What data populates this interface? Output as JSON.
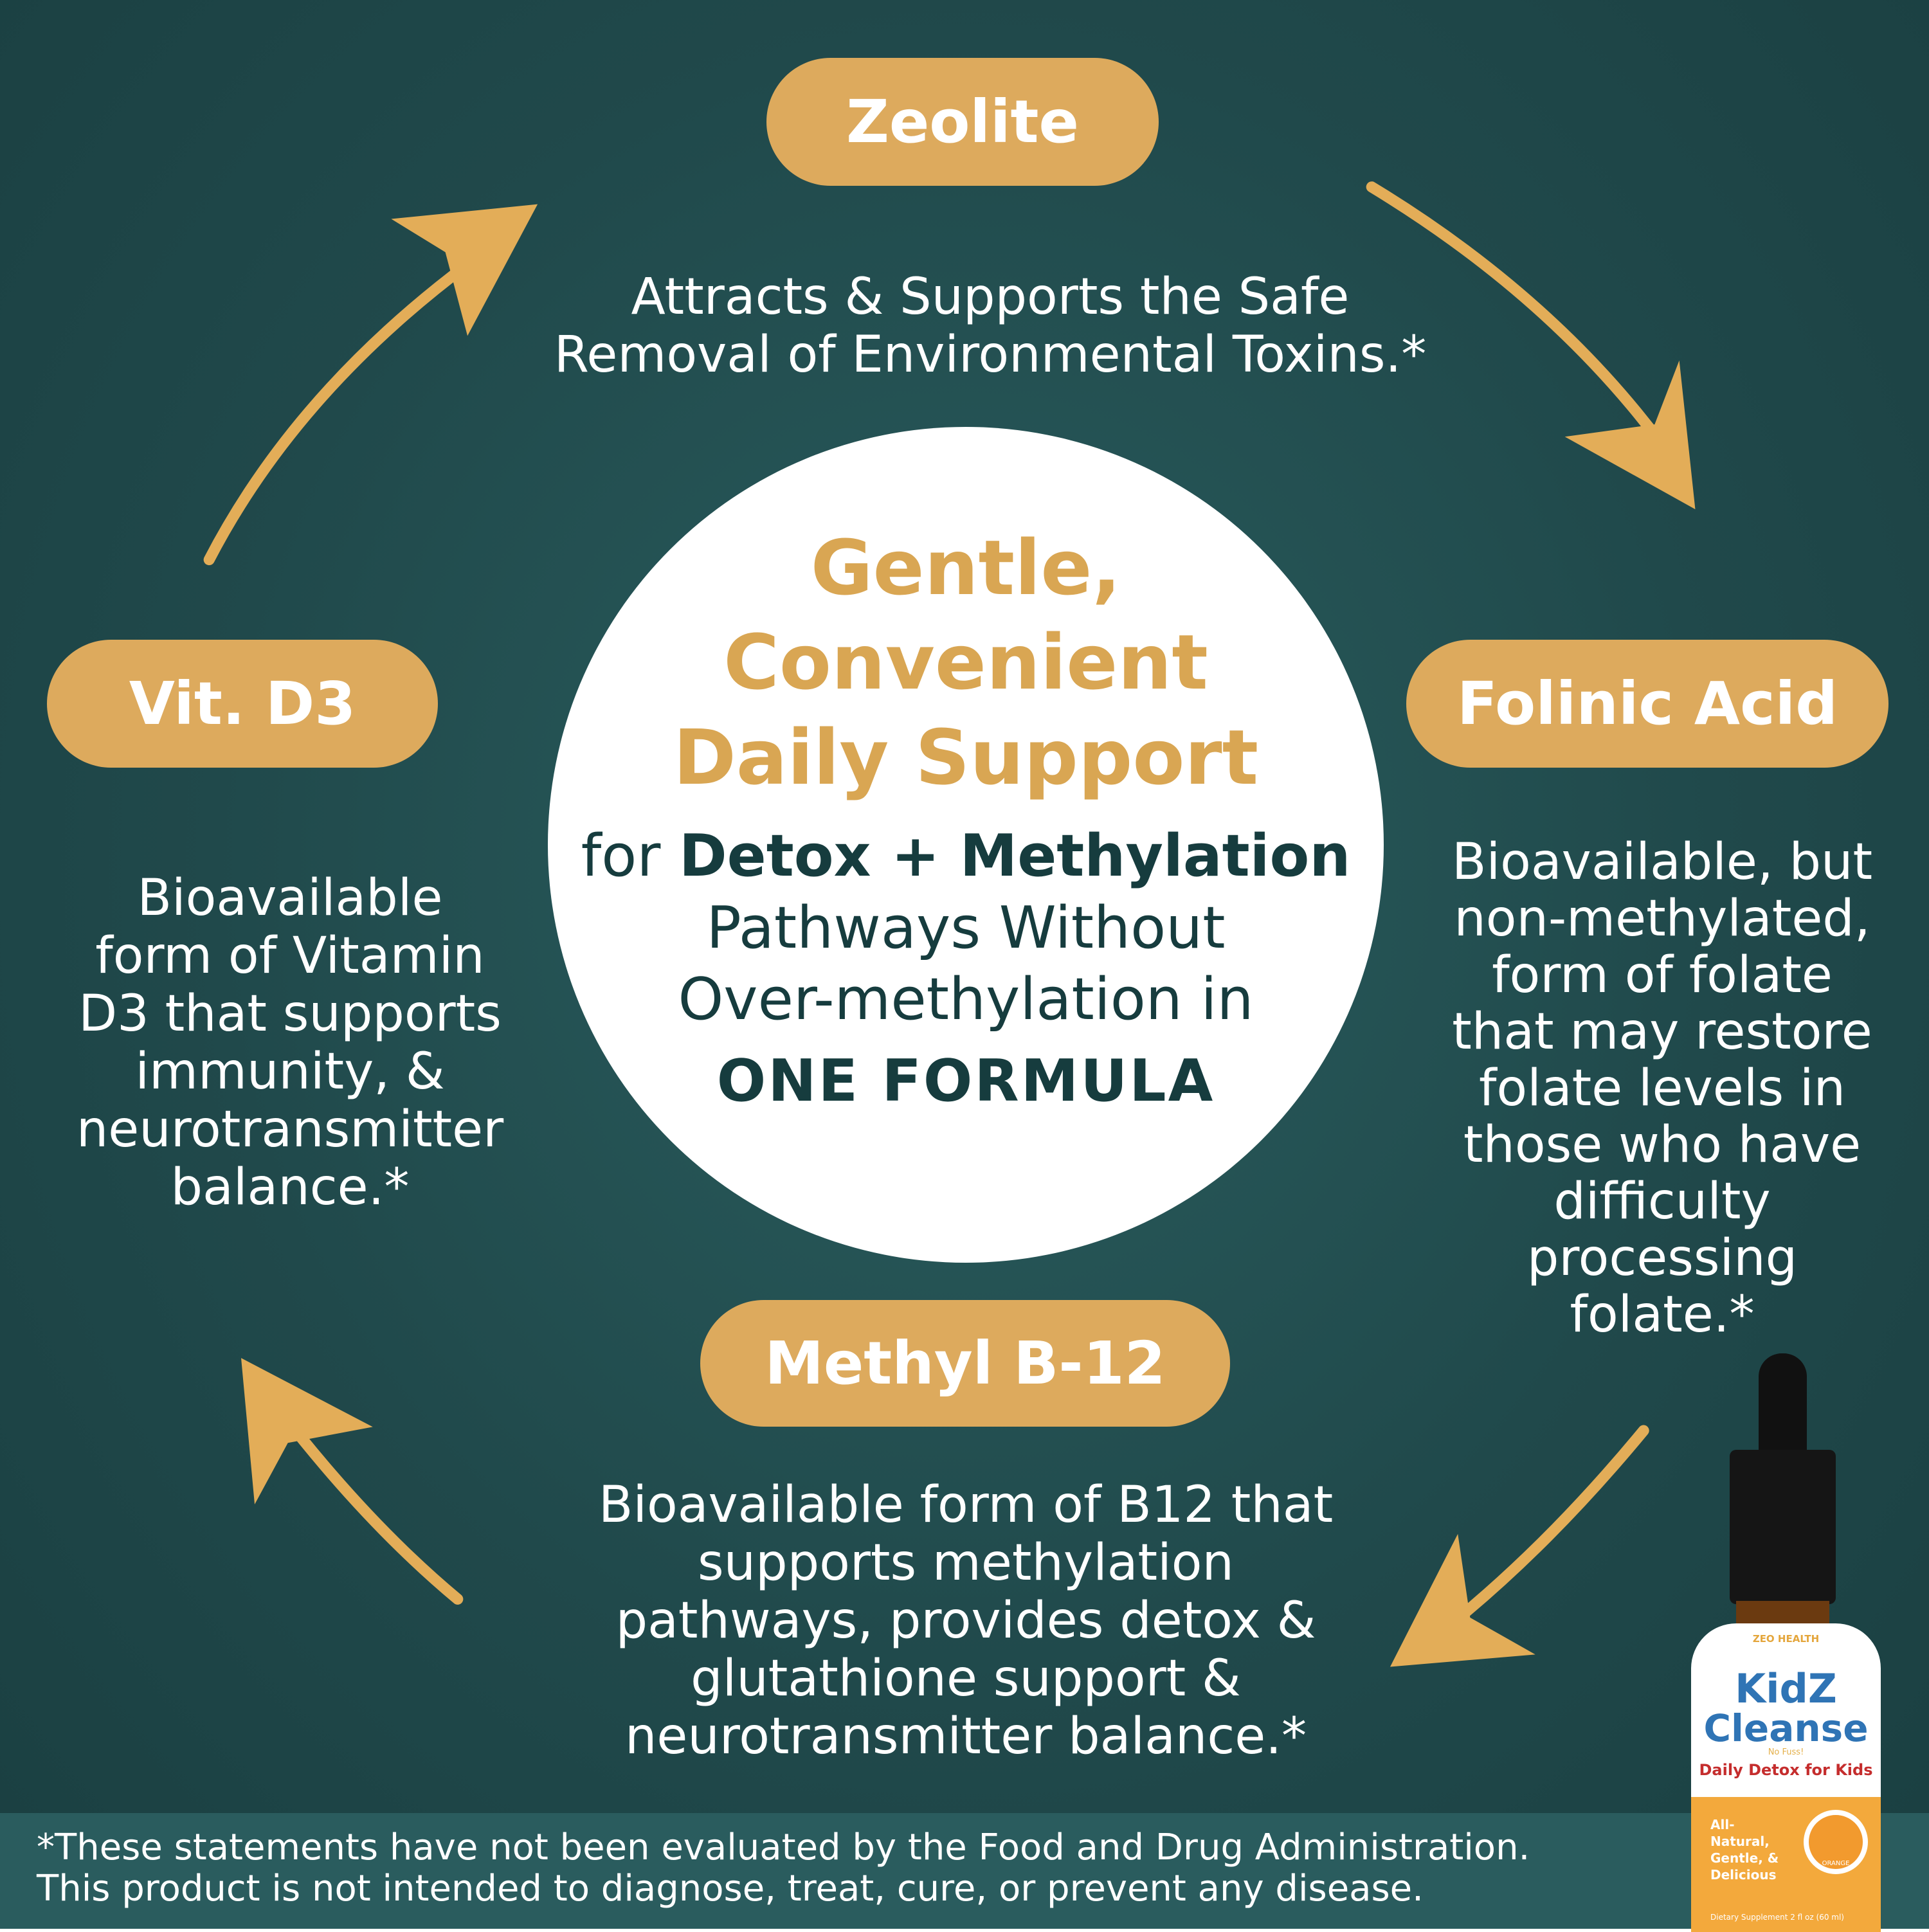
{
  "ingredients": {
    "zeolite": {
      "label": "Zeolite",
      "desc": [
        "Attracts & Supports the Safe",
        "Removal of Environmental Toxins.*"
      ]
    },
    "folinic": {
      "label": "Folinic Acid",
      "desc": [
        "Bioavailable, but",
        "non-methylated,",
        "form of folate",
        "that may restore",
        "folate levels in",
        "those who have",
        "difficulty",
        "processing",
        "folate.*"
      ]
    },
    "b12": {
      "label": "Methyl B-12",
      "desc": [
        "Bioavailable form of B12 that",
        "supports methylation",
        "pathways, provides detox &",
        "glutathione support &",
        "neurotransmitter balance.*"
      ]
    },
    "d3": {
      "label": "Vit. D3",
      "desc": [
        "Bioavailable",
        "form of Vitamin",
        "D3 that supports",
        "immunity, &",
        "neurotransmitter",
        "balance.*"
      ]
    }
  },
  "center": {
    "headline": [
      "Gentle,",
      "Convenient",
      "Daily Support"
    ],
    "for": "for ",
    "bold": "Detox + Methylation",
    "line2": "Pathways Without",
    "line3": "Over-methylation in",
    "line4": "ONE FORMULA"
  },
  "footer": [
    "*These statements have not been evaluated by the Food and Drug Administration.",
    "This product is not intended to diagnose, treat, cure, or prevent any disease."
  ],
  "product": {
    "brand": "ZEO HEALTH",
    "name1": "KidZ",
    "name2": "Cleanse",
    "tag": "No Fuss!",
    "subtitle": "Daily Detox for Kids",
    "claims": "All-Natural, Gentle, & Delicious",
    "flavor": "ORANGE",
    "size": "Dietary Supplement 2 fl oz (60 ml)"
  },
  "colors": {
    "gold": "#ddaa5d",
    "teal": "#20494b",
    "dark": "#163c3e"
  }
}
